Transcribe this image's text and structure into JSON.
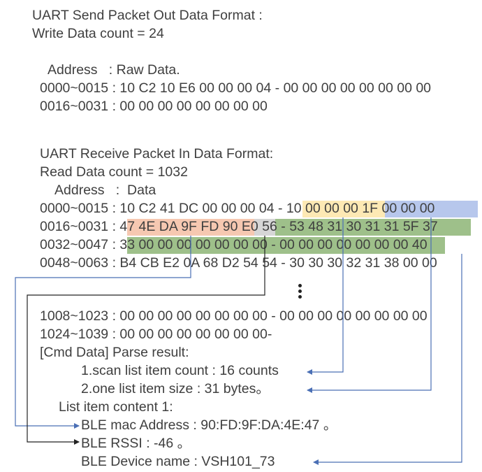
{
  "send": {
    "title": "UART Send Packet Out Data Format :",
    "count": "Write Data count = 24",
    "header": "Address   : Raw Data.",
    "rows": [
      "0000~0015 : 10 C2 10 E6 00 00 00 04 - 00 00 00 00 00 00 00 00",
      "0016~0031 : 00 00 00 00 00 00 00 00"
    ]
  },
  "receive": {
    "title": "UART Receive Packet In Data Format:",
    "count": "Read Data count = 1032",
    "header": "Address   :  Data",
    "rows": [
      "0000~0015 : 10 C2 41 DC 00 00 00 04 - 10 00 00 00 1F 00 00 00",
      "0016~0031 : 47 4E DA 9F FD 90 E0 56 - 53 48 31 30 31 31 5F 37",
      "0032~0047 : 33 00 00 00 00 00 00 00 - 00 00 00 00 00 00 00 40",
      "0048~0063 : B4 CB E2 0A 68 D2 54 54 - 30 30 30 32 31 38 00 00"
    ],
    "tail_rows": [
      "1008~1023 : 00 00 00 00 00 00 00 00 - 00 00 00 00 00 00 00 00",
      "1024~1039 : 00 00 00 00 00 00 00 00-"
    ]
  },
  "parse": {
    "title": "[Cmd Data] Parse result:",
    "item_count": "1.scan list item count : 16 counts",
    "item_size": "2.one list item size : 31 bytes。",
    "content_title": "List item content 1:",
    "mac": "BLE mac Address : 90:FD:9F:DA:4E:47 。",
    "rssi": "BLE RSSI : -46 。",
    "name": "BLE Device name : VSH101_73"
  },
  "colors": {
    "text": "#3f3f3f",
    "yellow": "#fde9b4",
    "blue": "#b7c7ec",
    "orange": "#f6c8b1",
    "gray": "#d6d6d6",
    "green": "#9ec08a",
    "arrow": "#4a6fb5",
    "arrow_dark": "#222222"
  }
}
